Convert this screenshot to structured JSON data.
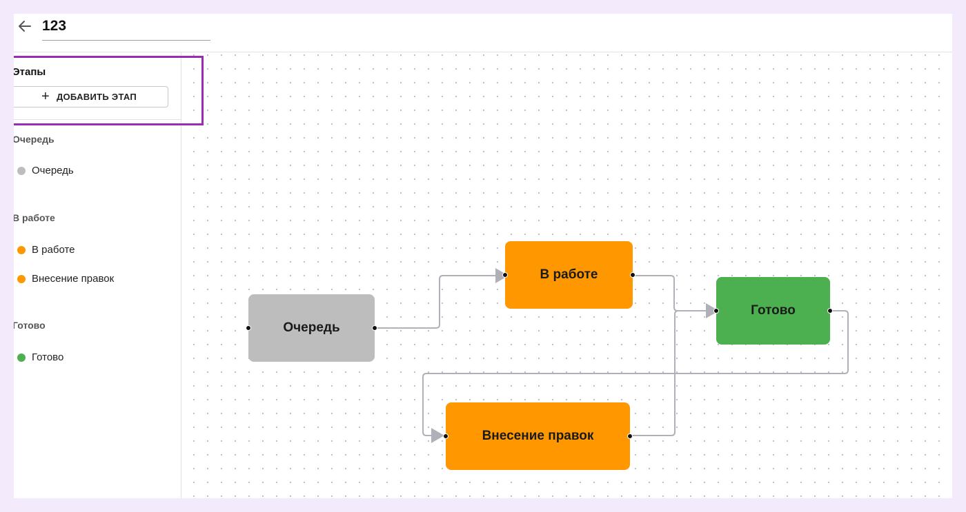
{
  "header": {
    "back_icon": "arrow-left-icon",
    "title_value": "123"
  },
  "sidebar": {
    "title": "Этапы",
    "add_button_label": "ДОБАВИТЬ ЭТАП",
    "add_button_icon": "plus-icon",
    "groups": [
      {
        "title": "Очередь",
        "items": [
          {
            "label": "Очередь",
            "color": "#bdbdbd"
          }
        ]
      },
      {
        "title": "В работе",
        "items": [
          {
            "label": "В работе",
            "color": "#ff9800"
          },
          {
            "label": "Внесение правок",
            "color": "#ff9800"
          }
        ]
      },
      {
        "title": "Готово",
        "items": [
          {
            "label": "Готово",
            "color": "#4caf50"
          }
        ]
      }
    ]
  },
  "canvas": {
    "nodes": [
      {
        "id": "queue",
        "label": "Очередь",
        "color": "#bdbdbd"
      },
      {
        "id": "in_progress",
        "label": "В работе",
        "color": "#ff9800"
      },
      {
        "id": "done",
        "label": "Готово",
        "color": "#4caf50"
      },
      {
        "id": "edits",
        "label": "Внесение правок",
        "color": "#ff9800"
      }
    ],
    "edges": [
      {
        "from": "queue",
        "to": "in_progress"
      },
      {
        "from": "in_progress",
        "to": "done"
      },
      {
        "from": "done",
        "to": "edits"
      },
      {
        "from": "edits",
        "to": "done"
      }
    ],
    "edge_color": "#b0b0b8"
  },
  "colors": {
    "highlight": "#9b2ab5",
    "page_background": "#f3ebfb"
  }
}
